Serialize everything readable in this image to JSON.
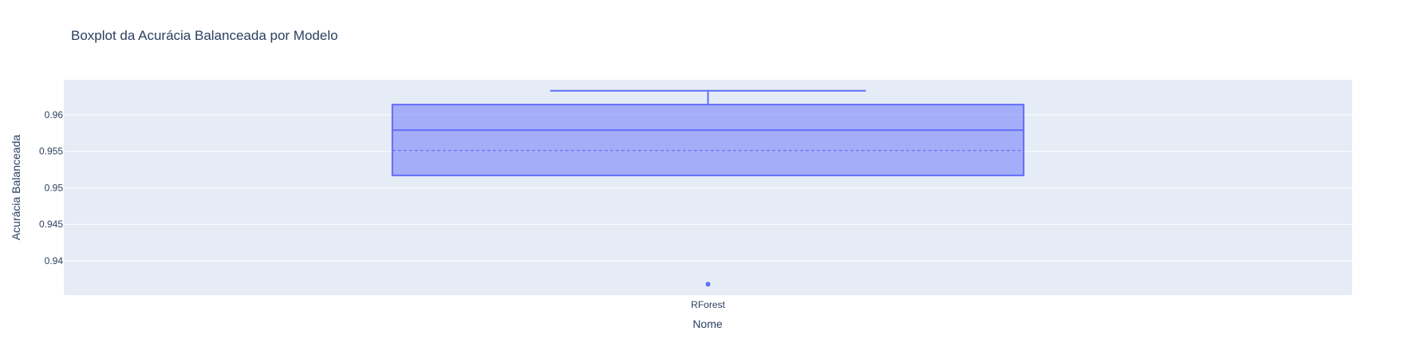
{
  "chart_data": {
    "type": "box",
    "title": "Boxplot da Acurácia Balanceada por Modelo",
    "xlabel": "Nome",
    "ylabel": "Acurácia Balanceada",
    "categories": [
      "RForest"
    ],
    "series": [
      {
        "category": "RForest",
        "lowerfence": 0.9517,
        "q1": 0.9517,
        "median": 0.9579,
        "mean": 0.9551,
        "q3": 0.9614,
        "upperfence": 0.9633,
        "outliers": [
          0.9368
        ]
      }
    ],
    "ylim": [
      0.9353,
      0.9648
    ],
    "yticks": [
      0.94,
      0.945,
      0.95,
      0.955,
      0.96
    ],
    "ytick_labels": [
      "0.94",
      "0.945",
      "0.95",
      "0.955",
      "0.96"
    ],
    "grid": true,
    "colors": {
      "plot_bg": "#e5ecf6",
      "grid": "#ffffff",
      "box_line": "#636efa",
      "box_fill": "rgba(99,110,250,0.5)",
      "text": "#2a3f5f"
    }
  }
}
